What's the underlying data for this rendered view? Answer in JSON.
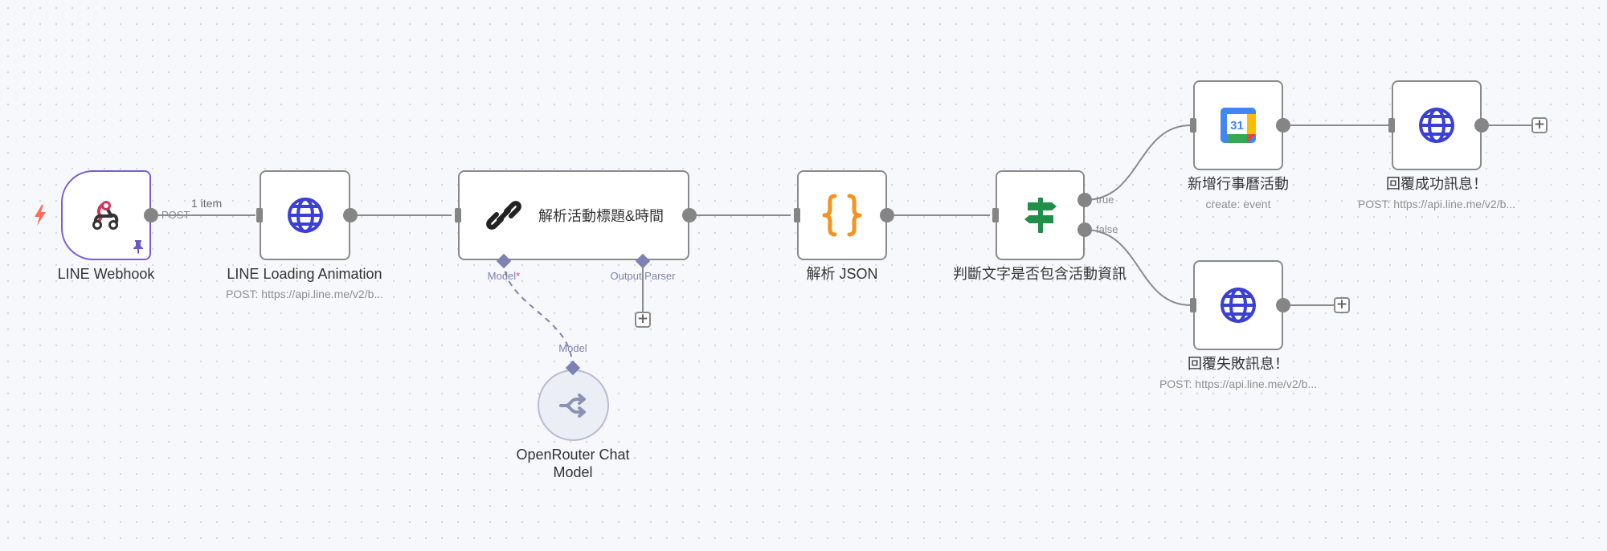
{
  "nodes": {
    "webhook": {
      "title": "LINE Webhook"
    },
    "loading": {
      "title": "LINE Loading Animation",
      "subtitle": "POST: https://api.line.me/v2/b..."
    },
    "agent": {
      "title": "解析活動標題&時間",
      "model_port": "Model",
      "model_port_required": "*",
      "parser_port": "Output Parser"
    },
    "model": {
      "title_line1": "OpenRouter Chat",
      "title_line2": "Model",
      "port": "Model"
    },
    "json": {
      "title": "解析 JSON"
    },
    "if": {
      "title": "判斷文字是否包含活動資訊",
      "true_label": "true",
      "false_label": "false"
    },
    "calendar": {
      "title": "新增行事曆活動",
      "subtitle": "create: event",
      "day": "31"
    },
    "success": {
      "title": "回覆成功訊息！",
      "subtitle": "POST: https://api.line.me/v2/b..."
    },
    "fail": {
      "title": "回覆失敗訊息！",
      "subtitle": "POST: https://api.line.me/v2/b..."
    }
  },
  "wires": {
    "webhook_branch": "POST",
    "webhook_items": "1 item"
  },
  "plus_symbol": "+",
  "icons": {
    "webhook": "webhook-icon",
    "loading": "globe-icon",
    "agent": "chain-link-icon",
    "model": "openrouter-icon",
    "json": "curly-braces-icon",
    "if": "signpost-icon",
    "calendar": "google-calendar-icon",
    "success": "globe-icon",
    "fail": "globe-icon",
    "trigger": "lightning-icon",
    "pin": "pin-icon"
  },
  "colors": {
    "trigger_border": "#7a5dd0",
    "globe": "#3b3fd6",
    "json_braces": "#f6921e",
    "if_sign": "#1f8f4a",
    "trigger_bolt": "#ff6d5a",
    "sub_port": "#7c82b4"
  }
}
